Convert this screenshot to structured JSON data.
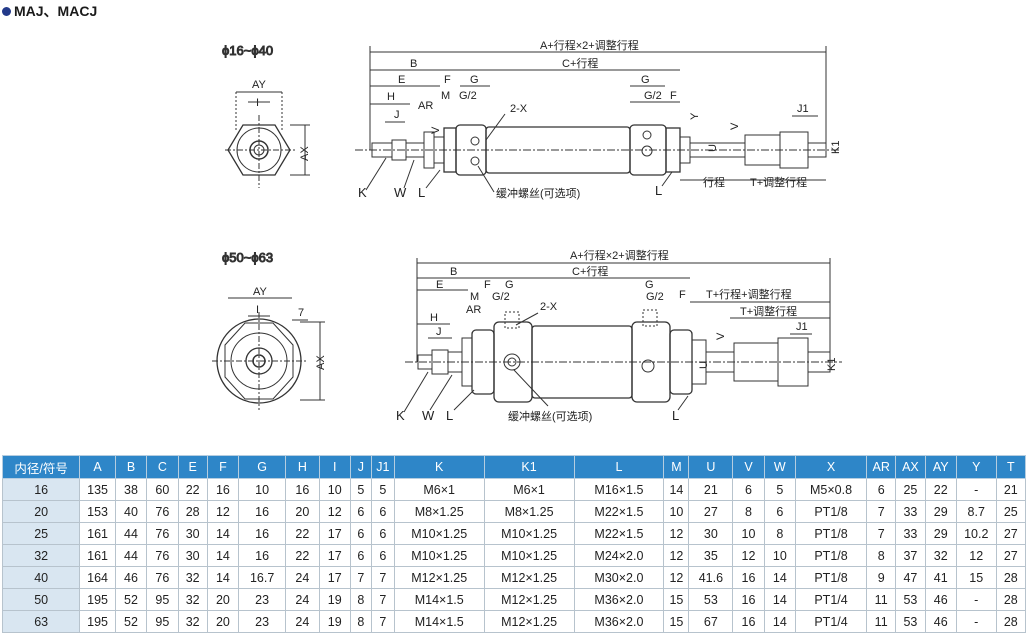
{
  "title": "MAJ、MACJ",
  "drawing1": {
    "size_label": "ϕ16~ϕ40",
    "dims": {
      "AY": "AY",
      "AX": "AX",
      "I": "I",
      "A_total": "A+行程×2+调整行程",
      "B": "B",
      "C_stroke": "C+行程",
      "E": "E",
      "F": "F",
      "G": "G",
      "H": "H",
      "AR": "AR",
      "M": "M",
      "G2": "G/2",
      "J": "J",
      "V": "V",
      "U": "U",
      "Y": "Y",
      "J1": "J1",
      "K1": "K1",
      "K": "K",
      "W": "W",
      "L": "L",
      "X": "2-X",
      "stroke": "行程",
      "T_adjust": "T+调整行程",
      "cushion": "缓冲螺丝(可选项)"
    }
  },
  "drawing2": {
    "size_label": "ϕ50~ϕ63",
    "dims": {
      "AY": "AY",
      "AX": "AX",
      "I": "I",
      "seven": "7",
      "A_total": "A+行程×2+调整行程",
      "B": "B",
      "C_stroke": "C+行程",
      "E": "E",
      "F": "F",
      "G": "G",
      "H": "H",
      "AR": "AR",
      "M": "M",
      "G2": "G/2",
      "J": "J",
      "V": "V",
      "U": "U",
      "J1": "J1",
      "K1": "K1",
      "K": "K",
      "W": "W",
      "L": "L",
      "X": "2-X",
      "T_stroke_adjust": "T+行程+调整行程",
      "T_adjust": "T+调整行程",
      "cushion": "缓冲螺丝(可选项)"
    }
  },
  "table": {
    "headers": [
      "内径/符号",
      "A",
      "B",
      "C",
      "E",
      "F",
      "G",
      "H",
      "I",
      "J",
      "J1",
      "K",
      "K1",
      "L",
      "M",
      "U",
      "V",
      "W",
      "X",
      "AR",
      "AX",
      "AY",
      "Y",
      "T"
    ],
    "rows": [
      [
        "16",
        "135",
        "38",
        "60",
        "22",
        "16",
        "10",
        "16",
        "10",
        "5",
        "5",
        "M6×1",
        "M6×1",
        "M16×1.5",
        "14",
        "21",
        "6",
        "5",
        "M5×0.8",
        "6",
        "25",
        "22",
        "-",
        "21"
      ],
      [
        "20",
        "153",
        "40",
        "76",
        "28",
        "12",
        "16",
        "20",
        "12",
        "6",
        "6",
        "M8×1.25",
        "M8×1.25",
        "M22×1.5",
        "10",
        "27",
        "8",
        "6",
        "PT1/8",
        "7",
        "33",
        "29",
        "8.7",
        "25"
      ],
      [
        "25",
        "161",
        "44",
        "76",
        "30",
        "14",
        "16",
        "22",
        "17",
        "6",
        "6",
        "M10×1.25",
        "M10×1.25",
        "M22×1.5",
        "12",
        "30",
        "10",
        "8",
        "PT1/8",
        "7",
        "33",
        "29",
        "10.2",
        "27"
      ],
      [
        "32",
        "161",
        "44",
        "76",
        "30",
        "14",
        "16",
        "22",
        "17",
        "6",
        "6",
        "M10×1.25",
        "M10×1.25",
        "M24×2.0",
        "12",
        "35",
        "12",
        "10",
        "PT1/8",
        "8",
        "37",
        "32",
        "12",
        "27"
      ],
      [
        "40",
        "164",
        "46",
        "76",
        "32",
        "14",
        "16.7",
        "24",
        "17",
        "7",
        "7",
        "M12×1.25",
        "M12×1.25",
        "M30×2.0",
        "12",
        "41.6",
        "16",
        "14",
        "PT1/8",
        "9",
        "47",
        "41",
        "15",
        "28"
      ],
      [
        "50",
        "195",
        "52",
        "95",
        "32",
        "20",
        "23",
        "24",
        "19",
        "8",
        "7",
        "M14×1.5",
        "M12×1.25",
        "M36×2.0",
        "15",
        "53",
        "16",
        "14",
        "PT1/4",
        "11",
        "53",
        "46",
        "-",
        "28"
      ],
      [
        "63",
        "195",
        "52",
        "95",
        "32",
        "20",
        "23",
        "24",
        "19",
        "8",
        "7",
        "M14×1.5",
        "M12×1.25",
        "M36×2.0",
        "15",
        "67",
        "16",
        "14",
        "PT1/4",
        "11",
        "53",
        "46",
        "-",
        "28"
      ]
    ]
  },
  "colors": {
    "header_bg": "#2e86c8",
    "bore_bg": "#d9e6f1",
    "title_dot": "#233a8a"
  }
}
